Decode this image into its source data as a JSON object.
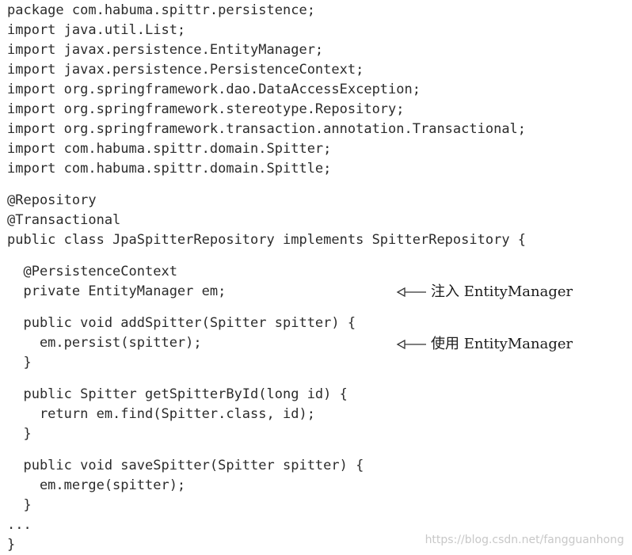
{
  "code": {
    "lines": [
      "package com.habuma.spittr.persistence;",
      "import java.util.List;",
      "import javax.persistence.EntityManager;",
      "import javax.persistence.PersistenceContext;",
      "import org.springframework.dao.DataAccessException;",
      "import org.springframework.stereotype.Repository;",
      "import org.springframework.transaction.annotation.Transactional;",
      "import com.habuma.spittr.domain.Spitter;",
      "import com.habuma.spittr.domain.Spittle;",
      "@Repository",
      "@Transactional",
      "public class JpaSpitterRepository implements SpitterRepository {",
      "  @PersistenceContext",
      "  private EntityManager em;",
      "  public void addSpitter(Spitter spitter) {",
      "    em.persist(spitter);",
      "  }",
      "  public Spitter getSpitterById(long id) {",
      "    return em.find(Spitter.class, id);",
      "  }",
      "  public void saveSpitter(Spitter spitter) {",
      "    em.merge(spitter);",
      "  }",
      "...",
      "}"
    ]
  },
  "annotations": {
    "inject": "注入 EntityManager",
    "use": "使用 EntityManager"
  },
  "watermark": "https://blog.csdn.net/fangguanhong"
}
